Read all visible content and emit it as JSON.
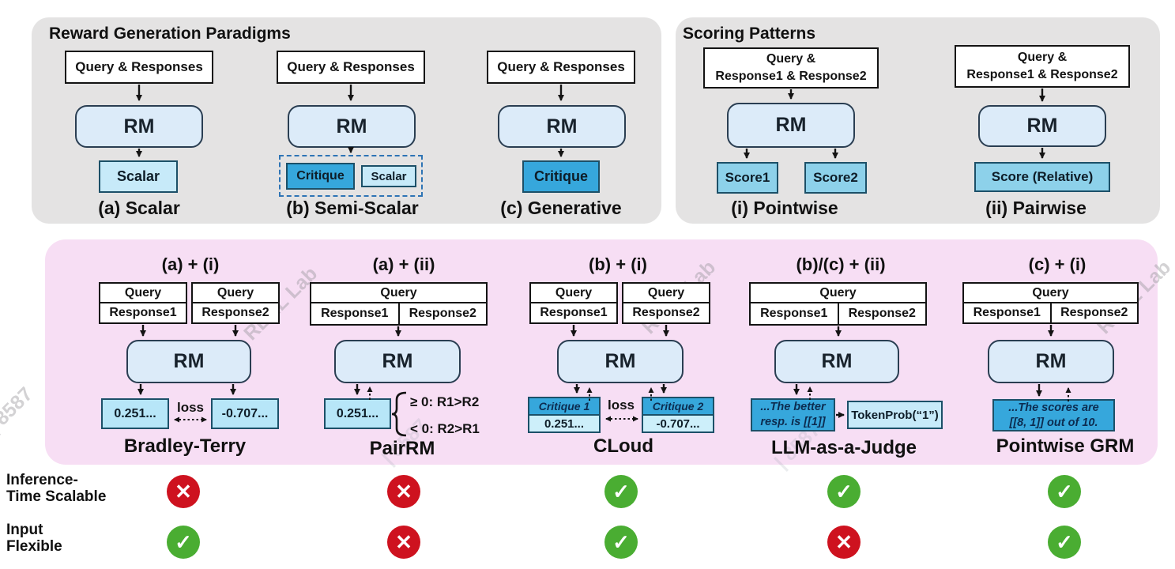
{
  "panels": {
    "reward": {
      "title": "Reward Generation Paradigms",
      "cols": [
        {
          "input": "Query & Responses",
          "rm": "RM",
          "out": "Scalar",
          "label": "(a) Scalar"
        },
        {
          "input": "Query & Responses",
          "rm": "RM",
          "out1": "Critique",
          "out2": "Scalar",
          "label": "(b) Semi-Scalar"
        },
        {
          "input": "Query & Responses",
          "rm": "RM",
          "out": "Critique",
          "label": "(c) Generative"
        }
      ]
    },
    "scoring": {
      "title": "Scoring Patterns",
      "cols": [
        {
          "input1": "Query &",
          "input2": "Response1 & Response2",
          "rm": "RM",
          "out1": "Score1",
          "out2": "Score2",
          "label": "(i) Pointwise"
        },
        {
          "input1": "Query &",
          "input2": "Response1 & Response2",
          "rm": "RM",
          "out": "Score (Relative)",
          "label": "(ii) Pairwise"
        }
      ]
    },
    "methods": {
      "cols": [
        {
          "header": "(a) + (i)",
          "q1": "Query",
          "r1": "Response1",
          "q2": "Query",
          "r2": "Response2",
          "rm": "RM",
          "out1": "0.251...",
          "out2": "-0.707...",
          "loss": "loss",
          "label": "Bradley-Terry"
        },
        {
          "header": "(a) + (ii)",
          "q": "Query",
          "r1": "Response1",
          "r2": "Response2",
          "rm": "RM",
          "out": "0.251...",
          "cond1": "≥ 0: R1>R2",
          "cond2": "< 0: R2>R1",
          "label": "PairRM"
        },
        {
          "header": "(b) + (i)",
          "q1": "Query",
          "r1": "Response1",
          "q2": "Query",
          "r2": "Response2",
          "rm": "RM",
          "crit1": "Critique 1",
          "val1": "0.251...",
          "crit2": "Critique 2",
          "val2": "-0.707...",
          "loss": "loss",
          "label": "CLoud"
        },
        {
          "header": "(b)/(c) + (ii)",
          "q": "Query",
          "r1": "Response1",
          "r2": "Response2",
          "rm": "RM",
          "out_l1": "...The better",
          "out_l2": "resp. is [[1]]",
          "token": "TokenProb(“1”)",
          "label": "LLM-as-a-Judge"
        },
        {
          "header": "(c) + (i)",
          "q": "Query",
          "r1": "Response1",
          "r2": "Response2",
          "rm": "RM",
          "out_l1": "...The scores are",
          "out_l2": "[[8, 1]] out of 10.",
          "label": "Pointwise GRM"
        }
      ]
    }
  },
  "criteria": [
    {
      "line1": "Inference-",
      "line2": "Time Scalable",
      "marks": [
        "cross",
        "cross",
        "check",
        "check",
        "check"
      ]
    },
    {
      "line1": "Input",
      "line2": "Flexible",
      "marks": [
        "check",
        "cross",
        "check",
        "cross",
        "check"
      ]
    }
  ],
  "watermarks": {
    "real_lab": "REAL Lab",
    "code": "| 8587"
  },
  "colors": {
    "panel_gray": "#e4e3e3",
    "panel_pink": "#f7def4",
    "rm_fill": "#dcebf9",
    "light_blue": "#c7eaf9",
    "mid_blue": "#8dd1ea",
    "dark_blue": "#36a7dc",
    "value_blue": "#b7e6f8",
    "check_green": "#4aad32",
    "cross_red": "#ce121f",
    "dash_border": "#2e74b5"
  }
}
